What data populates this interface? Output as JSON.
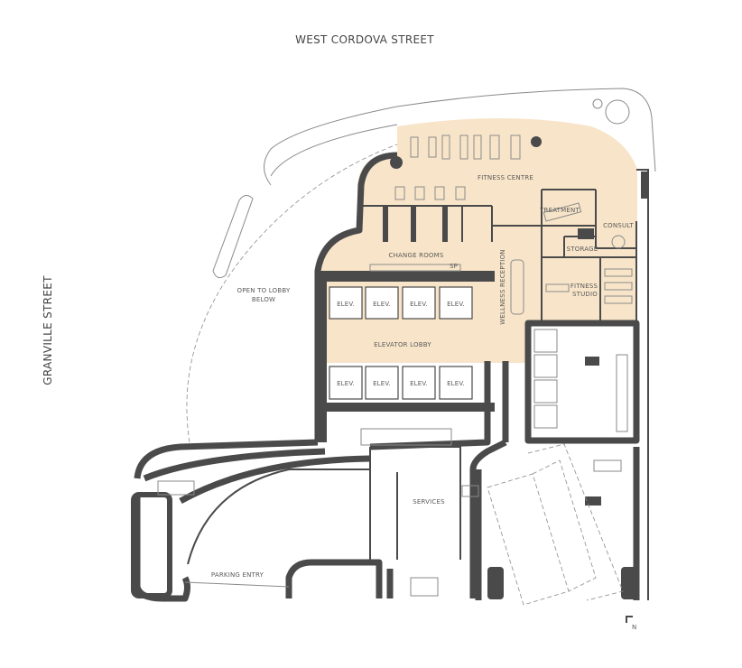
{
  "streets": {
    "north": "WEST CORDOVA STREET",
    "west": "GRANVILLE STREET"
  },
  "rooms": {
    "fitness_centre": "FITNESS CENTRE",
    "treatment": "TREATMENT",
    "consult": "CONSULT",
    "storage": "STORAGE",
    "change_rooms": "CHANGE ROOMS",
    "wellness_reception": "WELLNESS RECEPTION",
    "fitness_studio_1": "FITNESS",
    "fitness_studio_2": "STUDIO",
    "elevator_lobby": "ELEVATOR LOBBY",
    "open_to_lobby_1": "OPEN TO LOBBY",
    "open_to_lobby_2": "BELOW",
    "services": "SERVICES",
    "parking_entry": "PARKING ENTRY",
    "sp": "SP"
  },
  "elevators_top": [
    "ELEV.",
    "ELEV.",
    "ELEV.",
    "ELEV."
  ],
  "elevators_bottom": [
    "ELEV.",
    "ELEV.",
    "ELEV.",
    "ELEV."
  ],
  "north_arrow": "N",
  "colors": {
    "amenity_fill": "#f8e5c9",
    "wall": "#4a4a4a",
    "background": "#ffffff"
  }
}
